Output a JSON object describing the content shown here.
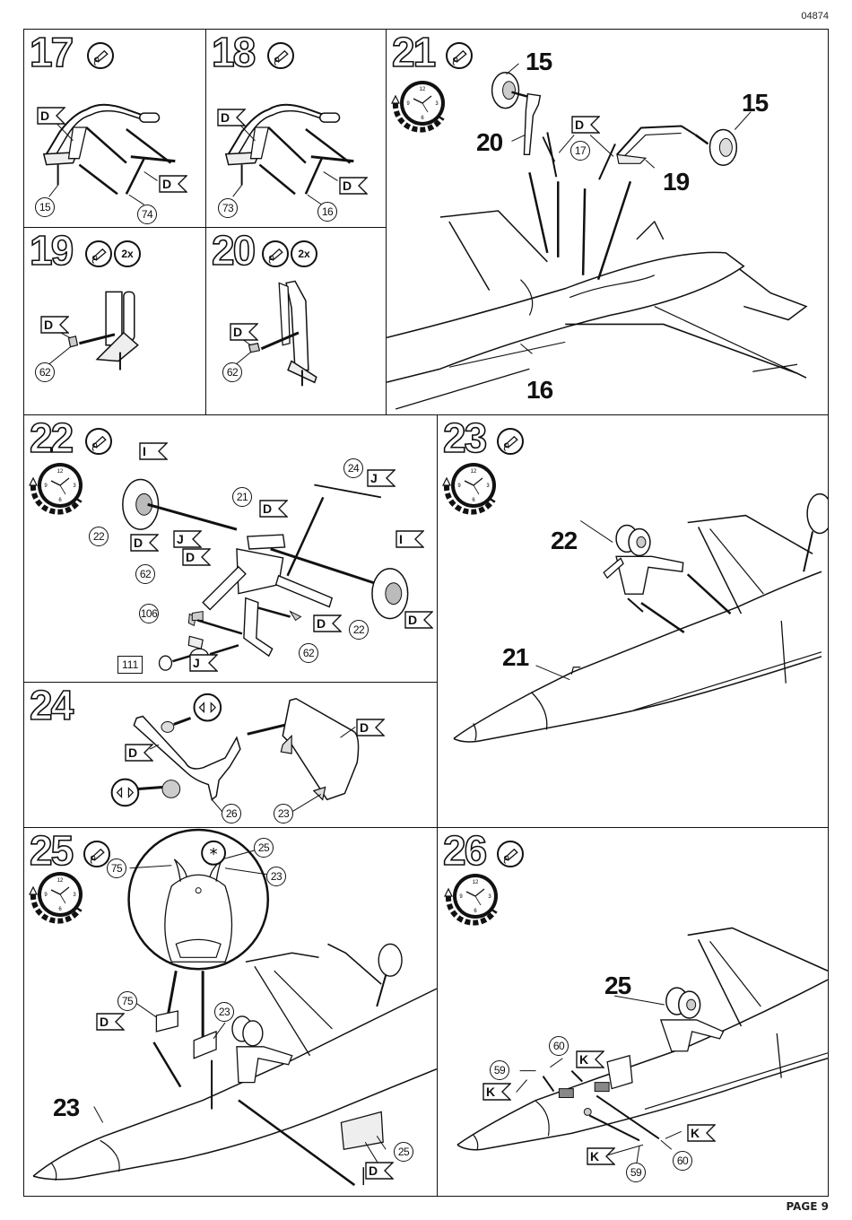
{
  "document": {
    "code": "04874",
    "page_label": "PAGE 9"
  },
  "icons": {
    "glue": "glue-tube-icon",
    "drying_time": "clock-drying-time-icon",
    "repeat": "2x-repeat-badge",
    "flip": "flip-view-icon",
    "detail": "asterisk-detail-icon"
  },
  "colors": {
    "line": "#111111",
    "background": "#ffffff"
  },
  "steps": [
    {
      "number": "17",
      "glue": true,
      "parts": [
        "15",
        "74"
      ],
      "color_codes": [
        "D",
        "D"
      ]
    },
    {
      "number": "18",
      "glue": true,
      "parts": [
        "73",
        "16"
      ],
      "color_codes": [
        "D",
        "D"
      ]
    },
    {
      "number": "19",
      "glue": true,
      "repeat": "2x",
      "parts": [
        "62"
      ],
      "color_codes": [
        "D"
      ]
    },
    {
      "number": "20",
      "glue": true,
      "repeat": "2x",
      "parts": [
        "62"
      ],
      "color_codes": [
        "D"
      ]
    },
    {
      "number": "21",
      "glue": true,
      "drying_clock": true,
      "callouts": [
        "15",
        "20",
        "15",
        "19",
        "16"
      ],
      "parts": [
        "17"
      ],
      "color_codes": [
        "D"
      ]
    },
    {
      "number": "22",
      "glue": true,
      "drying_clock": true,
      "parts": [
        "22",
        "21",
        "24",
        "62",
        "106",
        "62",
        "22"
      ],
      "boxed_parts": [
        "111"
      ],
      "color_codes": [
        "I",
        "D",
        "D",
        "J",
        "D",
        "D",
        "J",
        "I",
        "D",
        "D"
      ]
    },
    {
      "number": "23",
      "glue": true,
      "drying_clock": true,
      "callouts": [
        "22",
        "21"
      ]
    },
    {
      "number": "24",
      "glue": false,
      "parts": [
        "26",
        "23"
      ],
      "color_codes": [
        "D",
        "D"
      ]
    },
    {
      "number": "25",
      "glue": true,
      "drying_clock": true,
      "callouts": [
        "23"
      ],
      "parts": [
        "75",
        "25",
        "23",
        "75",
        "23",
        "25"
      ],
      "color_codes": [
        "D",
        "D"
      ]
    },
    {
      "number": "26",
      "glue": true,
      "drying_clock": true,
      "callouts": [
        "25"
      ],
      "parts": [
        "60",
        "59",
        "59",
        "60"
      ],
      "color_codes": [
        "K",
        "K",
        "K",
        "K"
      ]
    }
  ]
}
